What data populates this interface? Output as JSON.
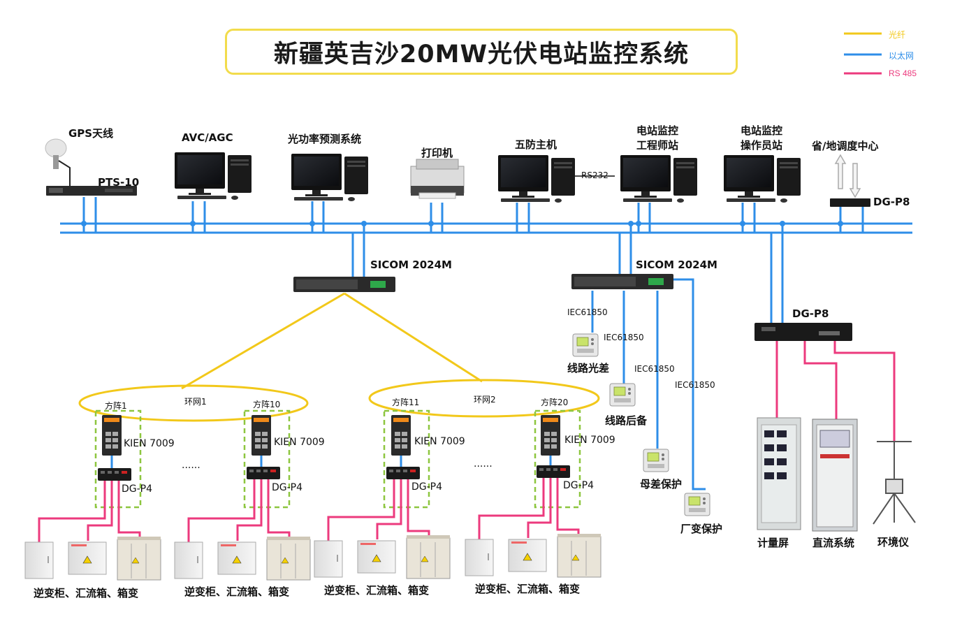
{
  "title": "新疆英吉沙20MW光伏电站监控系统",
  "legend": [
    {
      "label": "光纤",
      "color": "#f2c81a"
    },
    {
      "label": "以太网",
      "color": "#2e8ee8"
    },
    {
      "label": "RS 485",
      "color": "#ec3a7d"
    }
  ],
  "top_devices": {
    "gps": "GPS天线",
    "pts": "PTS-10",
    "avc": "AVC/AGC",
    "forecast": "光功率预测系统",
    "printer": "打印机",
    "wufang": "五防主机",
    "rs232": "RS232",
    "eng_line1": "电站监控",
    "eng_line2": "工程师站",
    "op_line1": "电站监控",
    "op_line2": "操作员站",
    "dispatch": "省/地调度中心",
    "dgp8_top": "DG-P8"
  },
  "switches": {
    "left": "SICOM 2024M",
    "right": "SICOM 2024M"
  },
  "protection": {
    "iec1": "IEC61850",
    "iec2": "IEC61850",
    "iec3": "IEC61850",
    "iec4": "IEC61850",
    "line_diff": "线路光差",
    "line_backup": "线路后备",
    "bus_diff": "母差保护",
    "station_prot": "厂变保护"
  },
  "right_cabinets": {
    "dgp8": "DG-P8",
    "meter": "计量屏",
    "dc": "直流系统",
    "env": "环境仪"
  },
  "rings": [
    {
      "name": "环网1",
      "left": "方阵1",
      "right": "方阵10"
    },
    {
      "name": "环网2",
      "left": "方阵11",
      "right": "方阵20"
    }
  ],
  "arrays": {
    "kien": "KIEN 7009",
    "dgp4": "DG-P4",
    "ellipsis": "......",
    "field_label": "逆变柜、汇流箱、箱变"
  }
}
